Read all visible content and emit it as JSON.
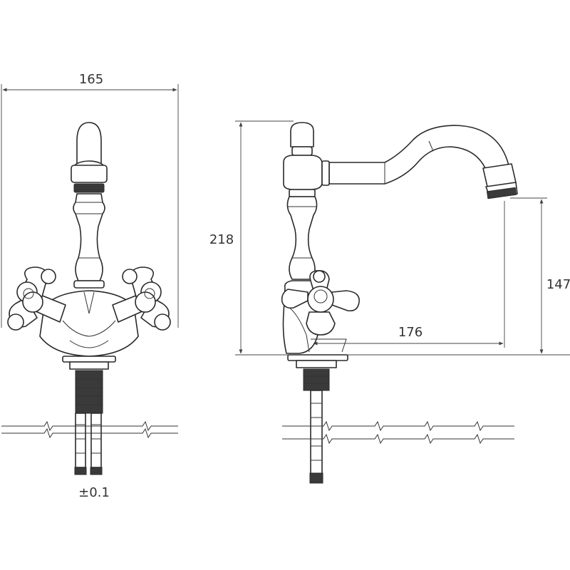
{
  "dimensions": {
    "width_label": "165",
    "height_label": "218",
    "outlet_height_label": "147",
    "reach_label": "176",
    "tolerance_label": "±0.1"
  },
  "colors": {
    "line": "#2a2a2a",
    "thread": "#3a3a3a",
    "background": "#ffffff"
  }
}
